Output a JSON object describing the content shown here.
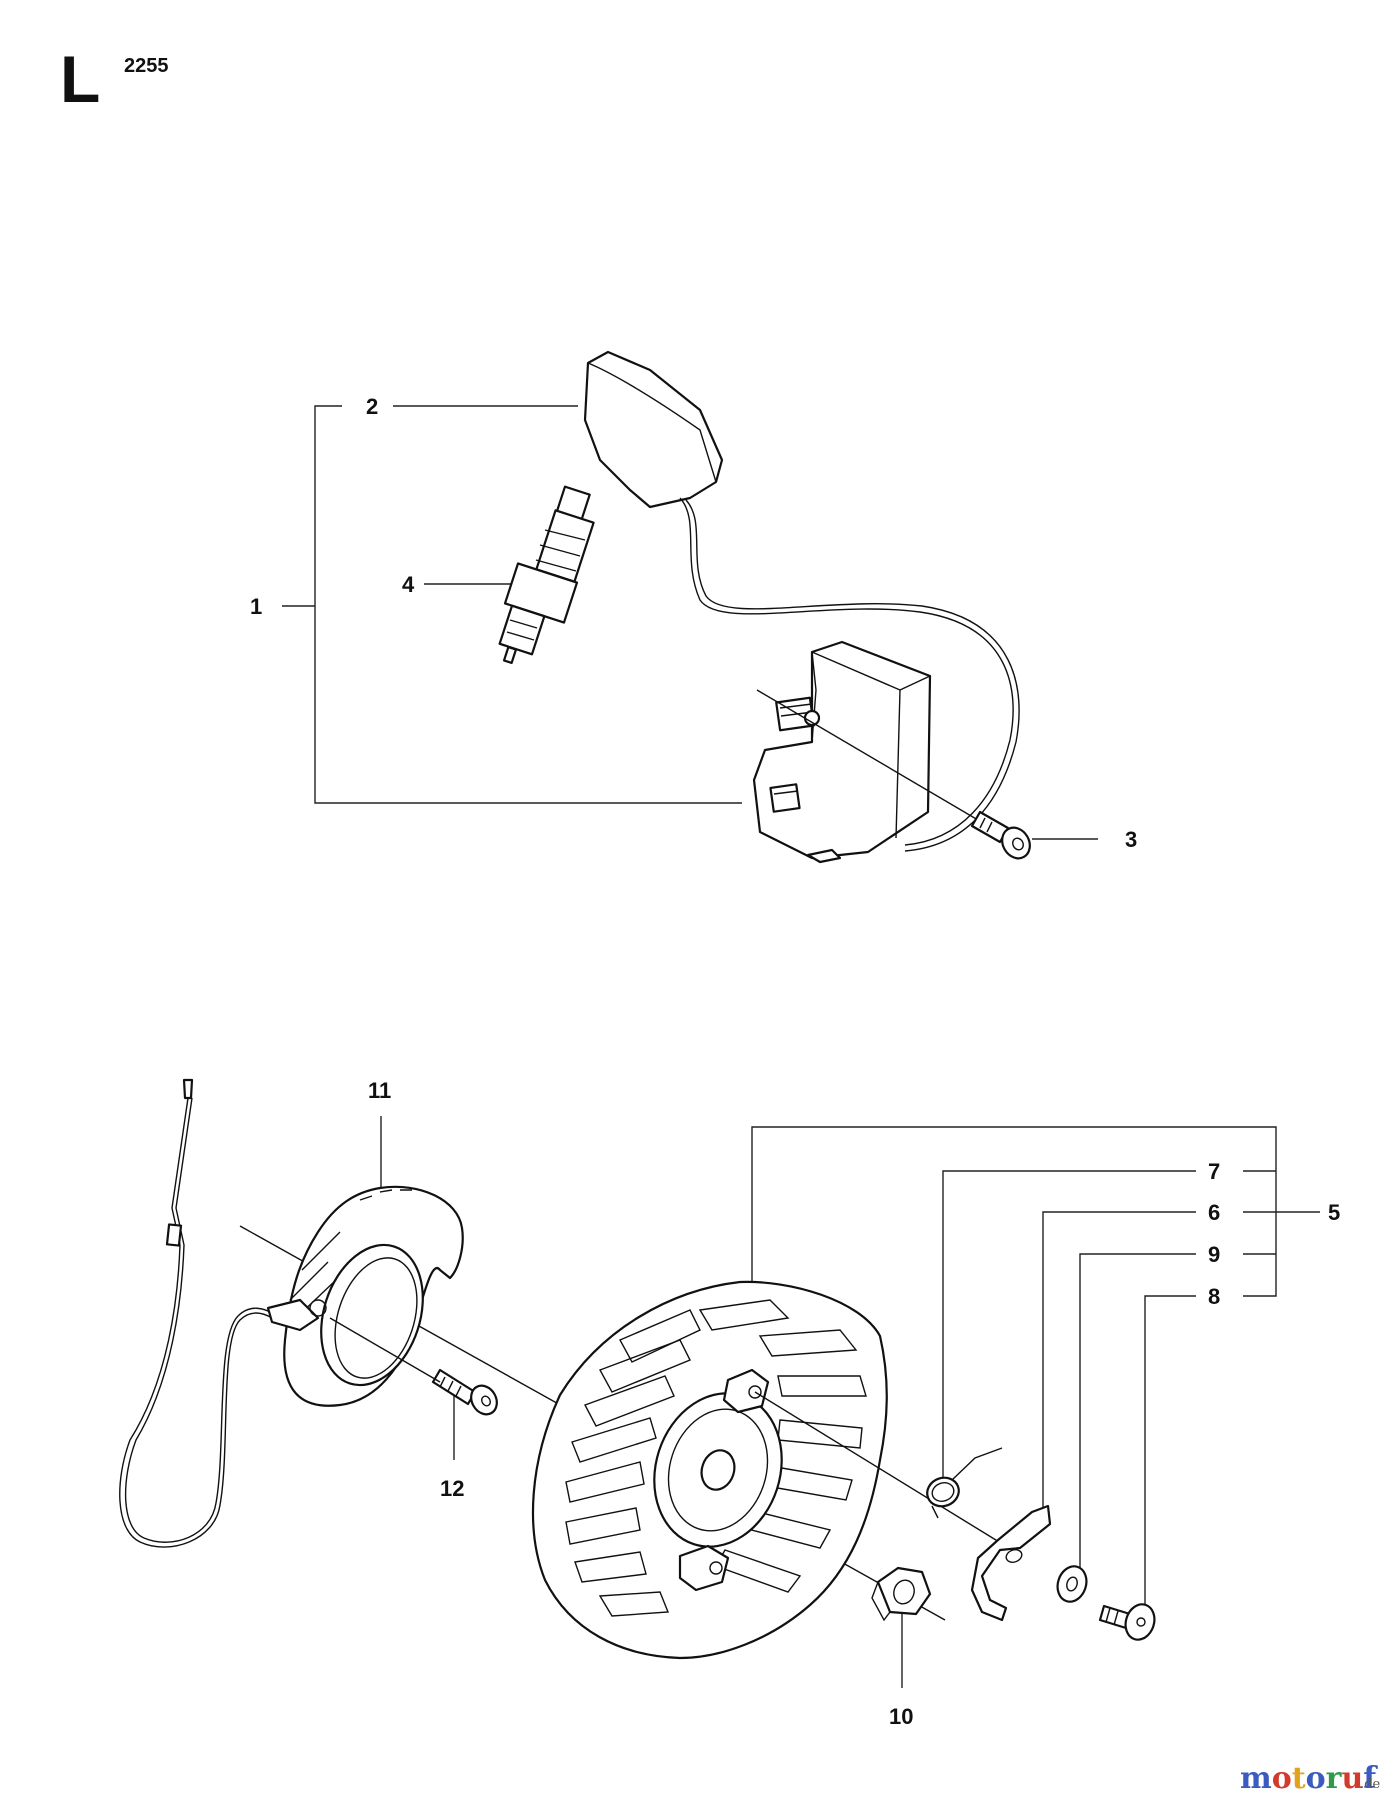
{
  "header": {
    "section_letter": "L",
    "model_number": "2255"
  },
  "callouts": {
    "c1": "1",
    "c2": "2",
    "c3": "3",
    "c4": "4",
    "c5": "5",
    "c6": "6",
    "c7": "7",
    "c8": "8",
    "c9": "9",
    "c10": "10",
    "c11": "11",
    "c12": "12"
  },
  "watermark": {
    "letters": [
      "m",
      "o",
      "t",
      "o",
      "r",
      "u",
      "f"
    ],
    "colors": [
      "#3a5bbf",
      "#d23b2b",
      "#e2a21b",
      "#3a5bbf",
      "#2e9a4a",
      "#d23b2b",
      "#3a5bbf"
    ],
    "suffix": ".de"
  }
}
